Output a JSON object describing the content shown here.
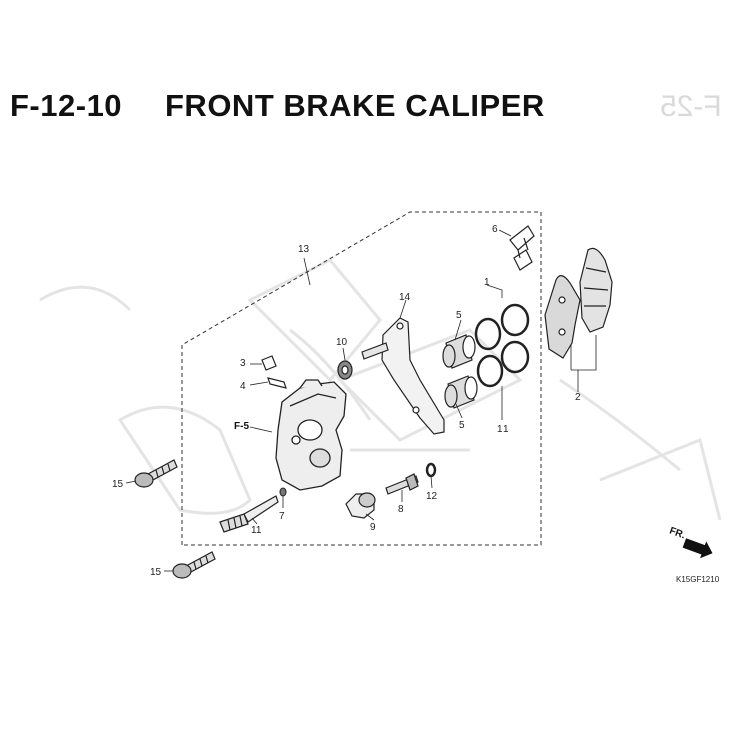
{
  "header": {
    "code": "F-12-10",
    "title": "FRONT BRAKE CALIPER",
    "page_ref": "F-25"
  },
  "callouts": [
    "1",
    "1",
    "1",
    "2",
    "3",
    "4",
    "F-5",
    "5",
    "5",
    "6",
    "7",
    "8",
    "9",
    "10",
    "11",
    "12",
    "13",
    "14",
    "15",
    "15"
  ],
  "direction_label": "FR.",
  "diagram_code": "K15GF1210",
  "colors": {
    "ink": "#222222",
    "ghost": "#e4e4e4",
    "pad": "#d9d9d9"
  }
}
